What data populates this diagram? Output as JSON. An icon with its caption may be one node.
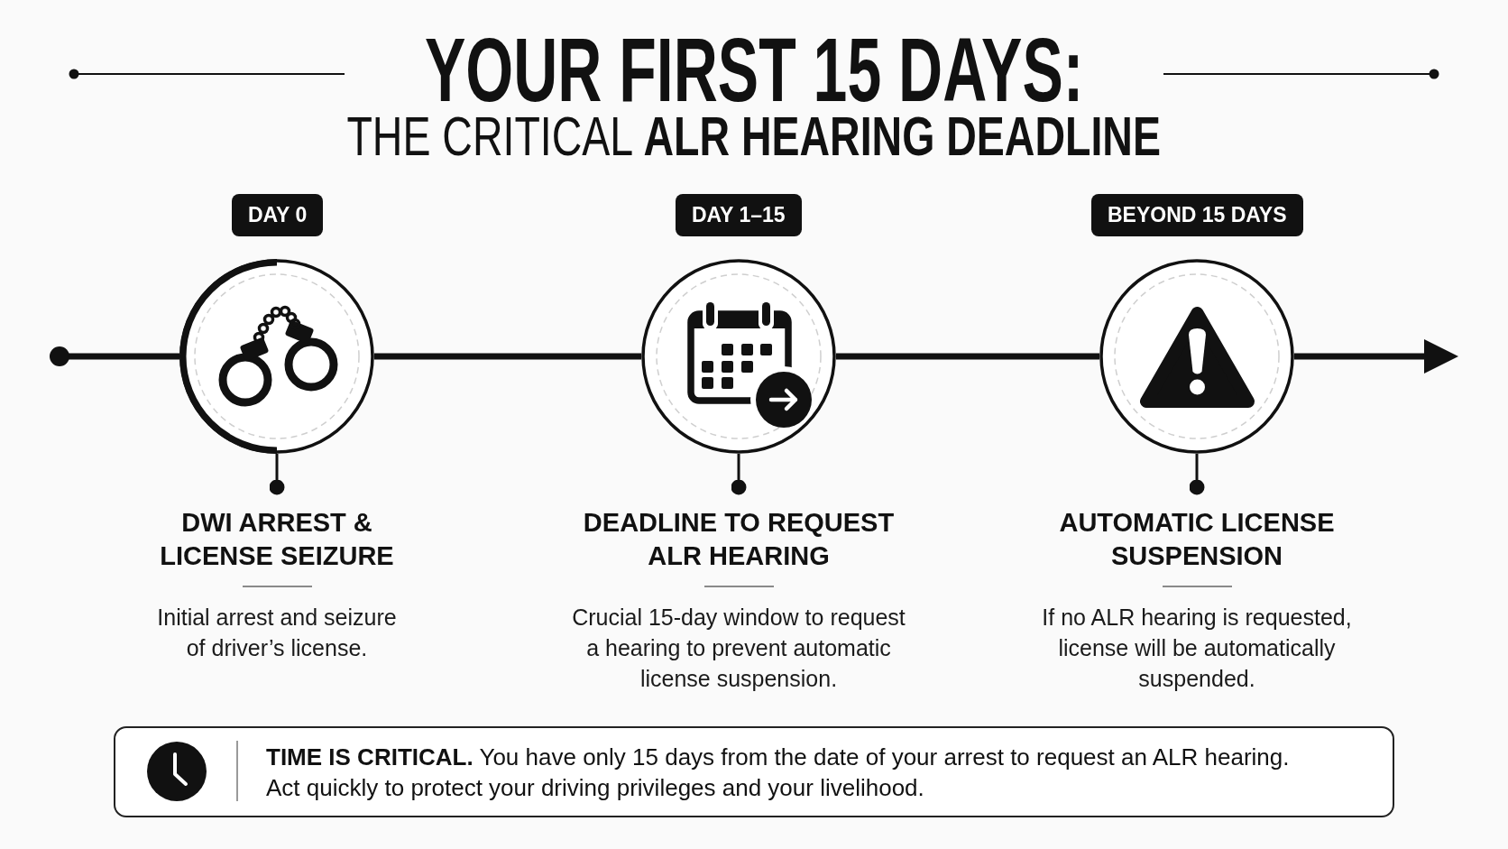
{
  "diagram": {
    "title": "YOUR FIRST 15 DAYS:",
    "nodes": [
      {
        "text": [
          "DAY 0"
        ]
      },
      {
        "text": [],
        "shape": "circle"
      },
      {
        "text": [
          "DWI ARREST & LICENSE SEIZURE",
          "Initial arrest and seizure of driver’s license."
        ]
      },
      {
        "text": [
          "DAY 1–15"
        ]
      },
      {
        "text": [],
        "shape": "circle"
      },
      {
        "text": [
          "DEADLINE TO REQUEST ALR HEARING",
          "Crucial 15-day window to request a hearing to prevent automatic license suspension."
        ]
      },
      {
        "text": [
          "BEYOND 15 DAYS"
        ]
      },
      {
        "text": [],
        "shape": "circle"
      },
      {
        "text": [
          "AUTOMATIC LICENSE SUSPENSION",
          "If no ALR hearing is requested, license will be automatically suspended."
        ]
      },
      {
        "text": [
          "**TIME IS CRITICAL.** You have only 15 days from the date of your arrest to request an ALR hearing. Act quickly to protect your driving privileges and your livelihood."
        ]
      }
    ],
    "edges": [
      {
        "from": null,
        "to": 1,
        "arrow": "other"
      },
      {
        "from": 1,
        "to": 4,
        "arrow": "none"
      },
      {
        "from": 4,
        "to": 7,
        "arrow": "none"
      },
      {
        "from": 7,
        "to": null,
        "arrow": "to"
      },
      {
        "from": 1,
        "to": 2,
        "arrow": "other"
      },
      {
        "from": 4,
        "to": 5,
        "arrow": "other"
      },
      {
        "from": 7,
        "to": 8,
        "arrow": "other"
      }
    ],
    "labels": [
      "THE CRITICAL **ALR HEARING DEADLINE**"
    ]
  }
}
